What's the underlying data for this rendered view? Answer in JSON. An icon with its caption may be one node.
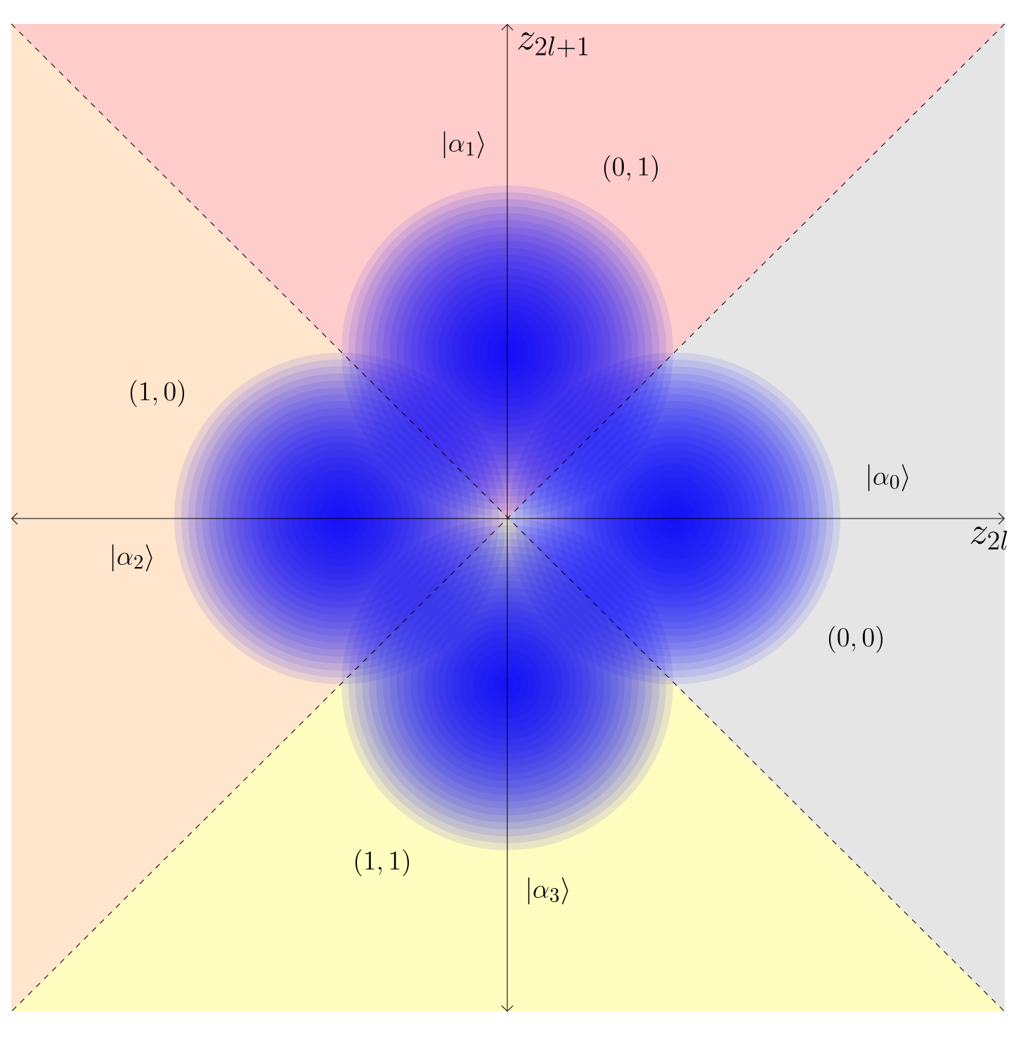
{
  "diagram": {
    "labels": [
      "z_{2l+1}",
      "|\\alpha_1\\rangle",
      "(0,1)",
      "(1,0)",
      "|\\alpha_0\\rangle",
      "|\\alpha_2\\rangle",
      "z_{2l}",
      "(0,0)",
      "(1,1)",
      "|\\alpha_3\\rangle"
    ]
  }
}
